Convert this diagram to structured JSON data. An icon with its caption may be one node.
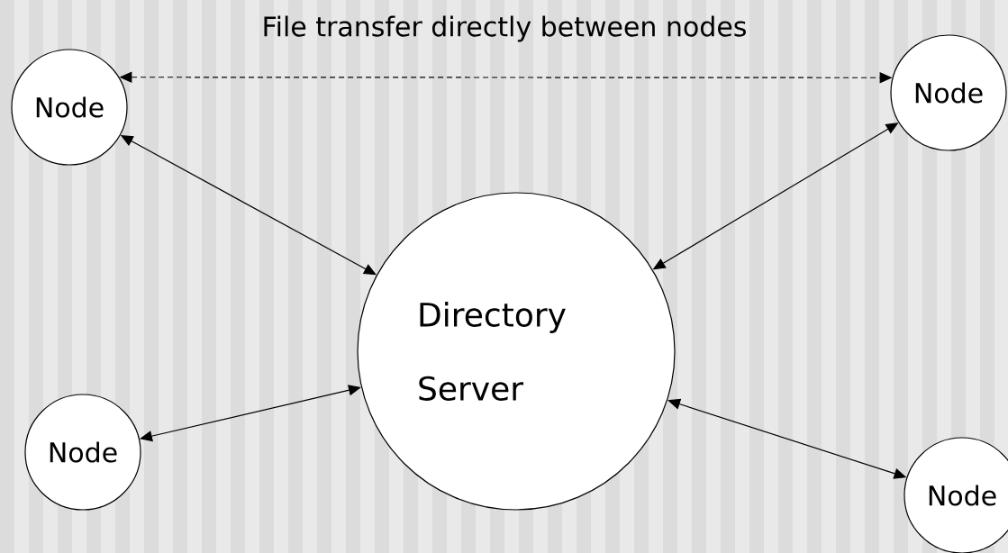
{
  "diagram": {
    "nodes": [
      {
        "text": [
          "Node"
        ]
      },
      {
        "text": [
          "Node"
        ]
      },
      {
        "text": [
          "Directory Server"
        ]
      },
      {
        "text": [
          "Node"
        ]
      },
      {
        "text": [
          "Node"
        ]
      }
    ],
    "edges": [
      {
        "from": 0,
        "to": 1,
        "arrow": "both",
        "style": "dashed",
        "label": "File transfer directly between nodes"
      },
      {
        "from": 0,
        "to": 2,
        "arrow": "both"
      },
      {
        "from": 1,
        "to": 2,
        "arrow": "both"
      },
      {
        "from": 3,
        "to": 2,
        "arrow": "both"
      },
      {
        "from": 4,
        "to": 2,
        "arrow": "both"
      }
    ]
  }
}
